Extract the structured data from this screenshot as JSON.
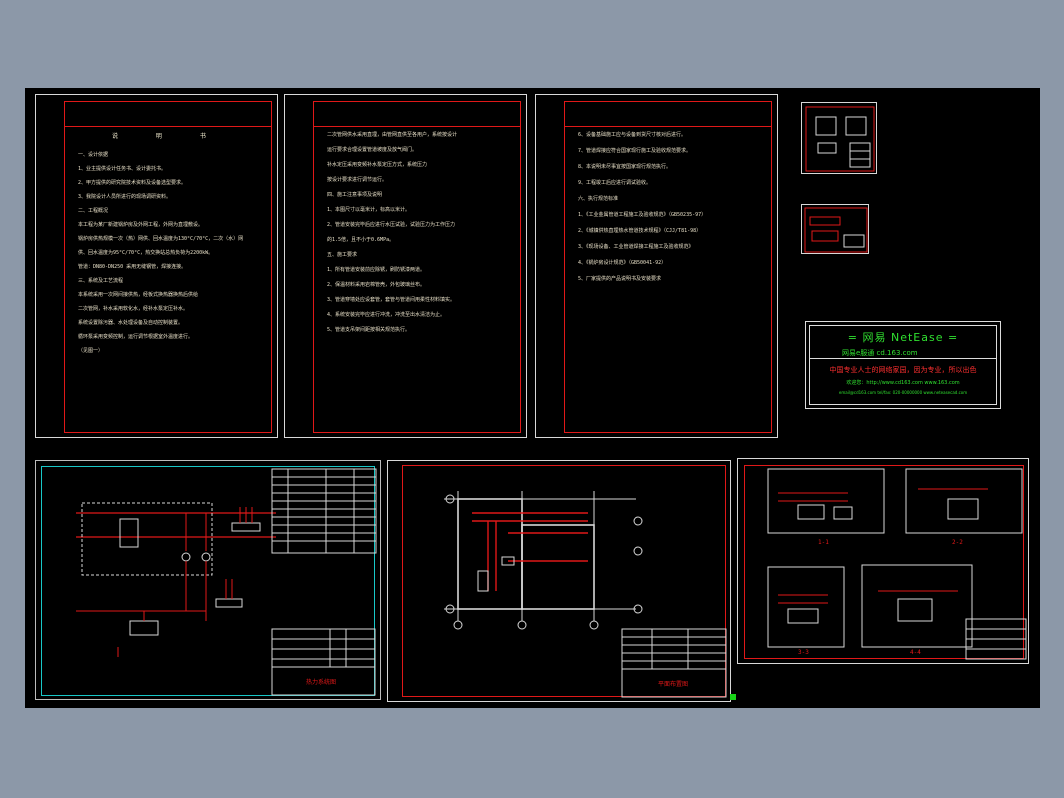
{
  "canvas": {
    "background": "#000000",
    "workspace": "#8c98a8",
    "line_color": "#e01818",
    "text_color": "#e8e0c8"
  },
  "sheet1": {
    "heading": "说 明 书",
    "lines": [
      "一、设计依据",
      "1、业主提供设计任务书、设计委托书。",
      "2、甲方提供的研究院技术资料及设备选型要求。",
      "3、我院设计人员所进行的现场调研资料。",
      "二、工程概况",
      "本工程为某厂新建锅炉房及外网工程，外网为直埋敷设。",
      "锅炉房供热规模一次（热）网供、回水温度为130°C/70°C，二次（水）网",
      "供、回水温度为95°C/70°C，热交换站总热负荷为2200kW。",
      "管道：DN80-DN250 采用无缝钢管，焊接连接。",
      "三、系统及工艺流程",
      "本系统采用一次网间接供热，经板式换热器换热后供给",
      "二次管网，补水采用软化水，经补水泵定压补水。",
      "系统设置除污器、水处理设备及自动控制装置。",
      "循环泵采用变频控制，运行调节根据室外温度进行。",
      "（见图一）"
    ]
  },
  "sheet2": {
    "lines": [
      "二次管网供水采用直埋，由管网直供至各用户，系统按设计",
      "运行要求合理设置管道坡度及放气阀门。",
      "补水定压采用变频补水泵定压方式，系统压力",
      "按设计要求进行调节运行。",
      "四、施工注意事项及说明",
      "1、本图尺寸以毫米计，标高以米计。",
      "2、管道安装完毕后应进行水压试验，试验压力为工作压力",
      "的1.5倍，且不小于0.6MPa。",
      "五、施工要求",
      "1、所有管道安装前应除锈，刷防锈漆两道。",
      "2、保温材料采用岩棉管壳，外包玻璃丝布。",
      "3、管道穿墙处应设套管，套管与管道间用柔性材料填实。",
      "4、系统安装完毕应进行冲洗，冲洗至出水清洁为止。",
      "5、管道支吊架间距按相关规范执行。"
    ]
  },
  "sheet3": {
    "lines": [
      "6、设备基础施工应与设备到货尺寸核对后进行。",
      "7、管道焊接应符合国家现行施工及验收规范要求。",
      "8、本说明未尽事宜按国家现行规范执行。",
      "9、工程竣工后应进行调试验收。",
      "六、执行规范标准",
      "1、《工业金属管道工程施工及验收规范》（GB50235-97）",
      "2、《城镇供热直埋热水管道技术规程》（CJJ/T81-98）",
      "3、《现场设备、工业管道焊接工程施工及验收规范》",
      "4、《锅炉房设计规范》（GB50041-92）",
      "5、厂家提供的产品说明书及安装要求"
    ]
  },
  "netease": {
    "title": "= 网易 NetEase =",
    "subtitle": "网易e服通    cd.163.com",
    "red_line": "中国专业人士的网络家园，因为专业，所以出色",
    "line1": "欢迎您：http://www.cd163.com  www.163.com",
    "line2": "email@cd163.com  tel/fax: 020-00000000  www.neteasecad.com"
  },
  "titleblocks": {
    "system_diagram": "热力系统图",
    "plan": "平面布置图"
  },
  "sections": [
    "1-1",
    "2-2",
    "3-3",
    "4-4"
  ]
}
